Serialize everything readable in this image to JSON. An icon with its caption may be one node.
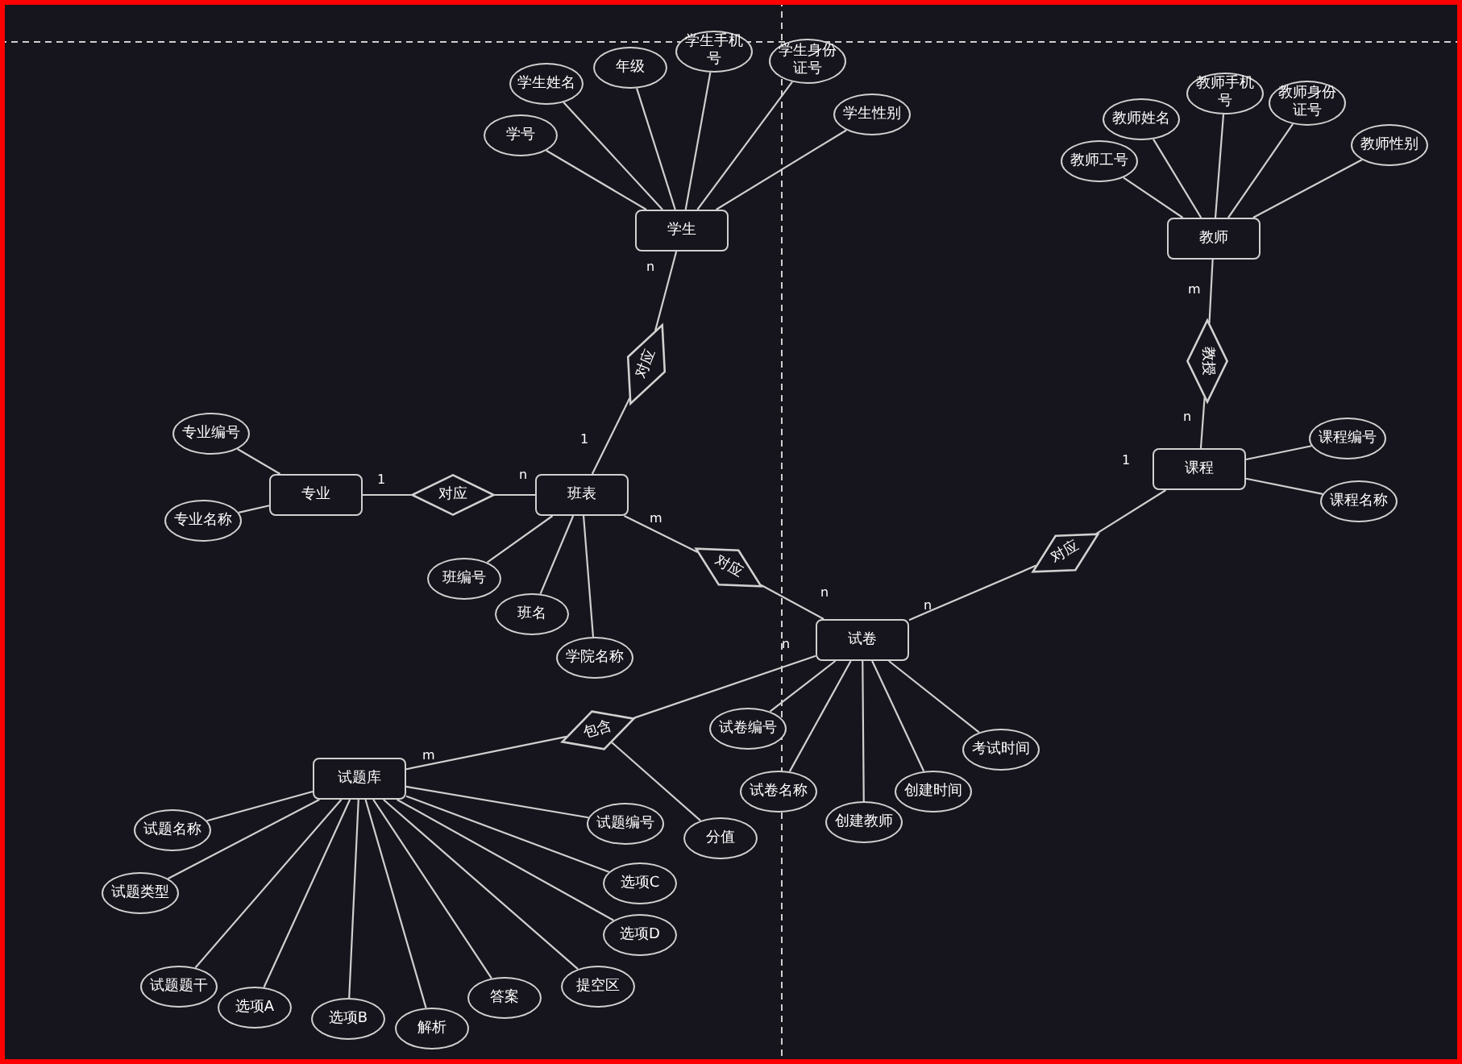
{
  "diagram": {
    "nodes": [
      {
        "text": [
          "学生"
        ]
      },
      {
        "text": [
          "学号"
        ]
      },
      {
        "text": [
          "学生姓名"
        ]
      },
      {
        "text": [
          "年级"
        ]
      },
      {
        "text": [
          "学生手机号"
        ]
      },
      {
        "text": [
          "学生身份证号"
        ]
      },
      {
        "text": [
          "学生性别"
        ]
      },
      {
        "text": [
          "教师"
        ]
      },
      {
        "text": [
          "教师工号"
        ]
      },
      {
        "text": [
          "教师姓名"
        ]
      },
      {
        "text": [
          "教师手机号"
        ]
      },
      {
        "text": [
          "教师身份证号"
        ]
      },
      {
        "text": [
          "教师性别"
        ]
      },
      {
        "text": [
          "专业"
        ]
      },
      {
        "text": [
          "专业编号"
        ]
      },
      {
        "text": [
          "专业名称"
        ]
      },
      {
        "text": [
          "班表"
        ]
      },
      {
        "text": [
          "班编号"
        ]
      },
      {
        "text": [
          "班名"
        ]
      },
      {
        "text": [
          "学院名称"
        ]
      },
      {
        "text": [
          "课程"
        ]
      },
      {
        "text": [
          "课程编号"
        ]
      },
      {
        "text": [
          "课程名称"
        ]
      },
      {
        "text": [
          "试卷"
        ]
      },
      {
        "text": [
          "试卷编号"
        ]
      },
      {
        "text": [
          "试卷名称"
        ]
      },
      {
        "text": [
          "创建教师"
        ]
      },
      {
        "text": [
          "创建时间"
        ]
      },
      {
        "text": [
          "考试时间"
        ]
      },
      {
        "text": [
          "试题库"
        ]
      },
      {
        "text": [
          "试题名称"
        ]
      },
      {
        "text": [
          "试题类型"
        ]
      },
      {
        "text": [
          "试题题干"
        ]
      },
      {
        "text": [
          "选项A"
        ]
      },
      {
        "text": [
          "选项B"
        ]
      },
      {
        "text": [
          "解析"
        ]
      },
      {
        "text": [
          "答案"
        ]
      },
      {
        "text": [
          "提空区"
        ]
      },
      {
        "text": [
          "选项D"
        ]
      },
      {
        "text": [
          "选项C"
        ]
      },
      {
        "text": [
          "试题编号"
        ]
      },
      {
        "text": [
          "对应"
        ]
      },
      {
        "text": [
          "对应"
        ]
      },
      {
        "text": [
          "对应"
        ]
      },
      {
        "text": [
          "教授"
        ]
      },
      {
        "text": [
          "对应"
        ]
      },
      {
        "text": [
          "包含"
        ]
      },
      {
        "text": [
          "分值"
        ]
      }
    ],
    "edges": [
      {
        "from": 0,
        "to": 1,
        "arrow": "none"
      },
      {
        "from": 0,
        "to": 2,
        "arrow": "none"
      },
      {
        "from": 0,
        "to": 3,
        "arrow": "none"
      },
      {
        "from": 0,
        "to": 4,
        "arrow": "none"
      },
      {
        "from": 0,
        "to": 5,
        "arrow": "none"
      },
      {
        "from": 0,
        "to": 6,
        "arrow": "none"
      },
      {
        "from": 7,
        "to": 8,
        "arrow": "none"
      },
      {
        "from": 7,
        "to": 9,
        "arrow": "none"
      },
      {
        "from": 7,
        "to": 10,
        "arrow": "none"
      },
      {
        "from": 7,
        "to": 11,
        "arrow": "none"
      },
      {
        "from": 7,
        "to": 12,
        "arrow": "none"
      },
      {
        "from": 13,
        "to": 14,
        "arrow": "none"
      },
      {
        "from": 13,
        "to": 15,
        "arrow": "none"
      },
      {
        "from": 16,
        "to": 17,
        "arrow": "none"
      },
      {
        "from": 16,
        "to": 18,
        "arrow": "none"
      },
      {
        "from": 16,
        "to": 19,
        "arrow": "none"
      },
      {
        "from": 20,
        "to": 21,
        "arrow": "none"
      },
      {
        "from": 20,
        "to": 22,
        "arrow": "none"
      },
      {
        "from": 23,
        "to": 24,
        "arrow": "none"
      },
      {
        "from": 23,
        "to": 25,
        "arrow": "none"
      },
      {
        "from": 23,
        "to": 26,
        "arrow": "none"
      },
      {
        "from": 23,
        "to": 27,
        "arrow": "none"
      },
      {
        "from": 23,
        "to": 28,
        "arrow": "none"
      },
      {
        "from": 29,
        "to": 30,
        "arrow": "none"
      },
      {
        "from": 29,
        "to": 31,
        "arrow": "none"
      },
      {
        "from": 29,
        "to": 32,
        "arrow": "none"
      },
      {
        "from": 29,
        "to": 33,
        "arrow": "none"
      },
      {
        "from": 29,
        "to": 34,
        "arrow": "none"
      },
      {
        "from": 29,
        "to": 35,
        "arrow": "none"
      },
      {
        "from": 29,
        "to": 36,
        "arrow": "none"
      },
      {
        "from": 29,
        "to": 37,
        "arrow": "none"
      },
      {
        "from": 29,
        "to": 38,
        "arrow": "none"
      },
      {
        "from": 29,
        "to": 39,
        "arrow": "none"
      },
      {
        "from": 29,
        "to": 40,
        "arrow": "none"
      },
      {
        "from": 0,
        "to": 41,
        "arrow": "none"
      },
      {
        "from": 41,
        "to": 16,
        "arrow": "none"
      },
      {
        "from": 13,
        "to": 42,
        "arrow": "none"
      },
      {
        "from": 42,
        "to": 16,
        "arrow": "none"
      },
      {
        "from": 16,
        "to": 43,
        "arrow": "none"
      },
      {
        "from": 43,
        "to": 23,
        "arrow": "none"
      },
      {
        "from": 7,
        "to": 44,
        "arrow": "none"
      },
      {
        "from": 44,
        "to": 20,
        "arrow": "none"
      },
      {
        "from": 23,
        "to": 45,
        "arrow": "none"
      },
      {
        "from": 45,
        "to": 20,
        "arrow": "none"
      },
      {
        "from": 23,
        "to": 46,
        "arrow": "none"
      },
      {
        "from": 46,
        "to": 29,
        "arrow": "none"
      },
      {
        "from": 46,
        "to": 47,
        "arrow": "none"
      }
    ],
    "labels": [
      "n",
      "1",
      "1",
      "n",
      "m",
      "n",
      "m",
      "n",
      "1",
      "n",
      "n",
      "m"
    ]
  }
}
